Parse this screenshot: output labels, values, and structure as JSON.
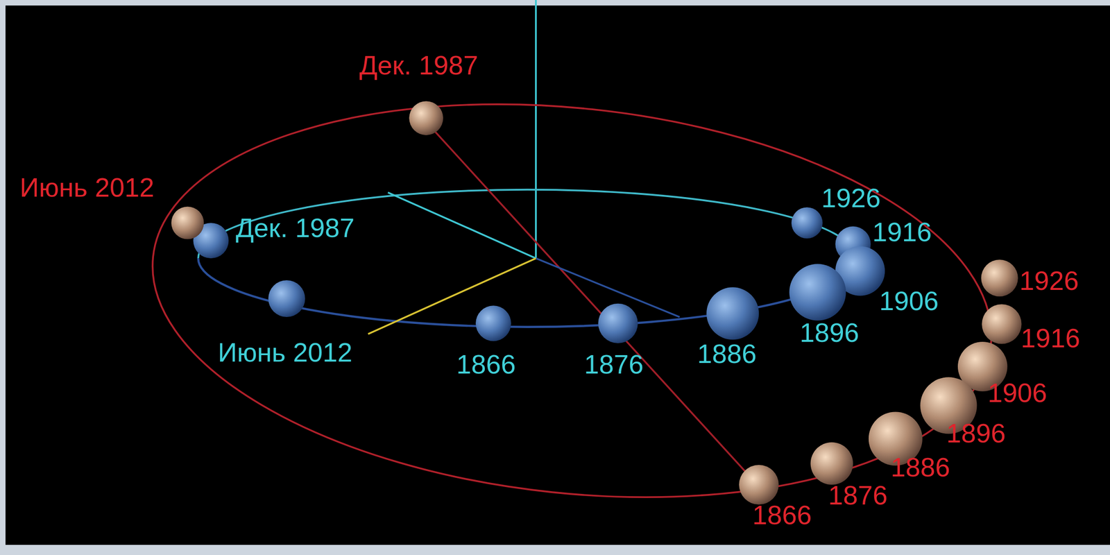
{
  "diagram": {
    "labels": [
      "Дек. 1987",
      "Июнь 2012",
      "Дек. 1987",
      "1926",
      "1916",
      "1906",
      "1896",
      "Июнь 2012",
      "1866",
      "1876",
      "1886",
      "1926",
      "1916",
      "1906",
      "1896",
      "1886",
      "1876",
      "1866"
    ]
  }
}
